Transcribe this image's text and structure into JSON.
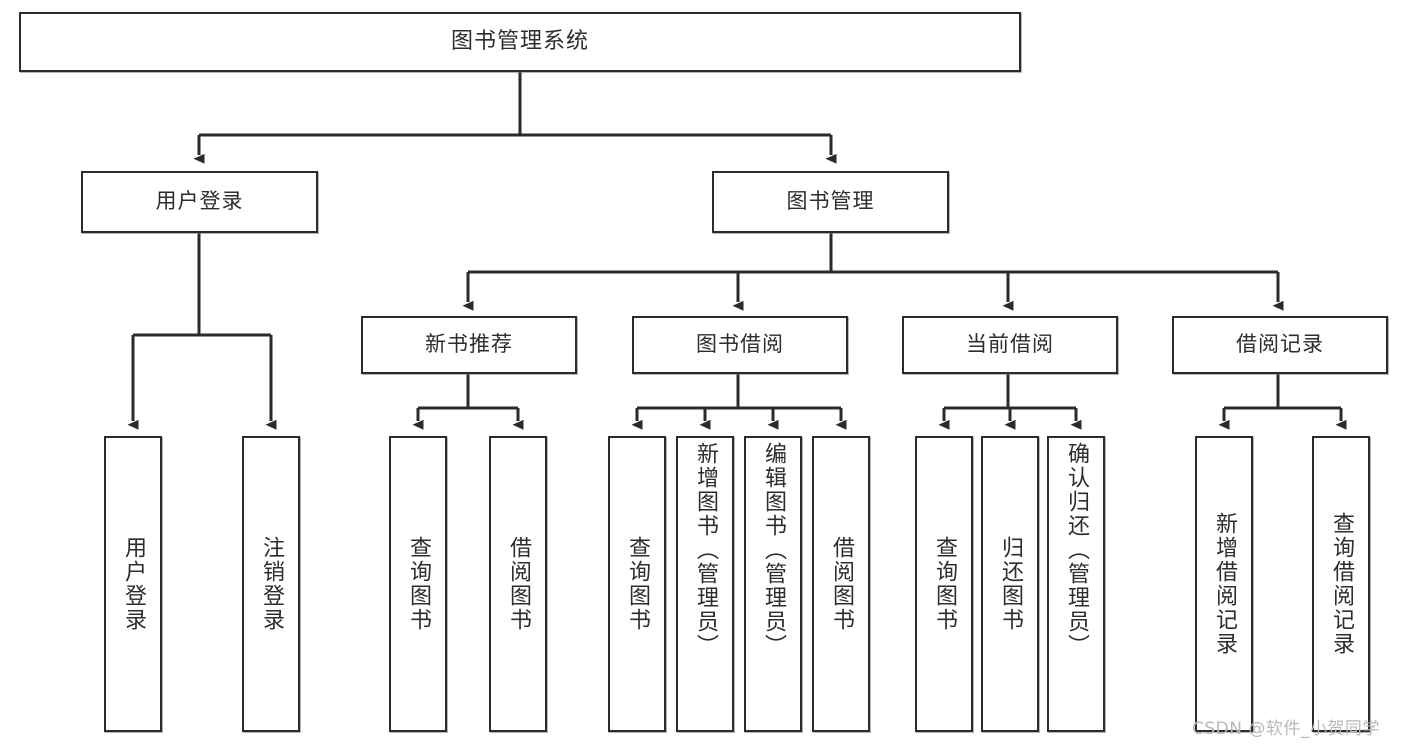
{
  "diagram": {
    "type": "tree",
    "title": "图书管理系统",
    "root": {
      "id": "root",
      "label": "图书管理系统"
    },
    "level2": [
      {
        "id": "user-login",
        "label": "用户登录"
      },
      {
        "id": "book-management",
        "label": "图书管理"
      }
    ],
    "level3": [
      {
        "id": "new-book-recommend",
        "label": "新书推荐",
        "parent": "book-management"
      },
      {
        "id": "book-borrow",
        "label": "图书借阅",
        "parent": "book-management"
      },
      {
        "id": "current-borrow",
        "label": "当前借阅",
        "parent": "book-management"
      },
      {
        "id": "borrow-record",
        "label": "借阅记录",
        "parent": "book-management"
      }
    ],
    "leaves": [
      {
        "id": "leaf-user-login",
        "label": "用户登录",
        "parent": "user-login"
      },
      {
        "id": "leaf-logout-login",
        "label": "注销登录",
        "parent": "user-login"
      },
      {
        "id": "leaf-query-book-1",
        "label": "查询图书",
        "parent": "new-book-recommend"
      },
      {
        "id": "leaf-borrow-book-1",
        "label": "借阅图书",
        "parent": "new-book-recommend"
      },
      {
        "id": "leaf-query-book-2",
        "label": "查询图书",
        "parent": "book-borrow"
      },
      {
        "id": "leaf-add-book",
        "label": "新增图书（管理员）",
        "parent": "book-borrow"
      },
      {
        "id": "leaf-edit-book",
        "label": "编辑图书（管理员）",
        "parent": "book-borrow"
      },
      {
        "id": "leaf-borrow-book-2",
        "label": "借阅图书",
        "parent": "book-borrow"
      },
      {
        "id": "leaf-query-book-3",
        "label": "查询图书",
        "parent": "current-borrow"
      },
      {
        "id": "leaf-return-book",
        "label": "归还图书",
        "parent": "current-borrow"
      },
      {
        "id": "leaf-confirm-return",
        "label": "确认归还（管理员）",
        "parent": "current-borrow"
      },
      {
        "id": "leaf-add-record",
        "label": "新增借阅记录",
        "parent": "borrow-record"
      },
      {
        "id": "leaf-query-record",
        "label": "查询借阅记录",
        "parent": "borrow-record"
      }
    ],
    "watermark": "CSDN @软件_小贺同学",
    "colors": {
      "border": "#2b2b2b",
      "text": "#2d2d2d",
      "background": "#ffffff",
      "watermark": "#b9b9b9"
    }
  }
}
